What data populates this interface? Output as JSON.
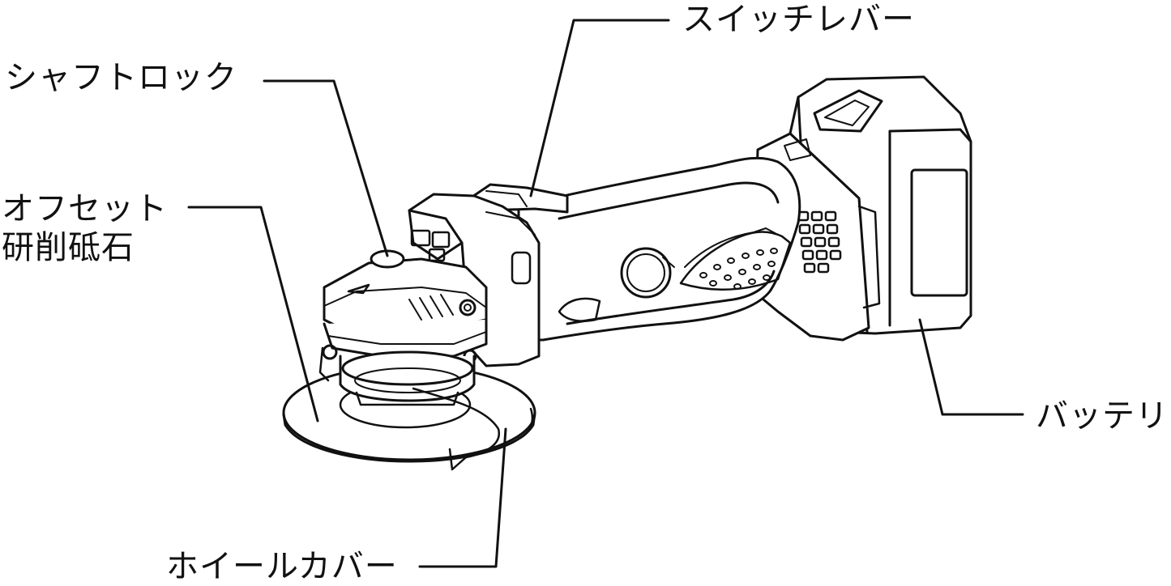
{
  "labels": {
    "switch_lever": "スイッチレバー",
    "shaft_lock": "シャフトロック",
    "offset_wheel_line1": "オフセット",
    "offset_wheel_line2": "研削砥石",
    "battery": "バッテリ",
    "wheel_cover": "ホイールカバー"
  },
  "colors": {
    "line": "#111111",
    "background": "#ffffff"
  }
}
